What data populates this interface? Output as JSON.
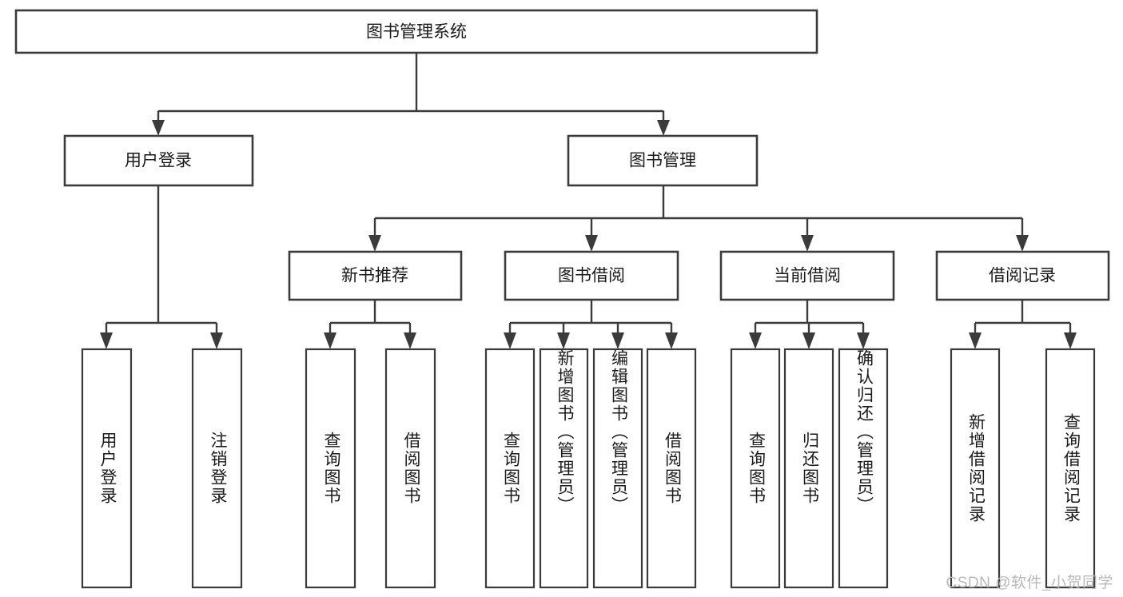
{
  "diagram": {
    "title": "图书管理系统",
    "type": "hierarchy-tree",
    "colors": {
      "stroke": "#3b3b3b",
      "fill": "#ffffff",
      "text": "#1a1a1a",
      "watermark": "#b9b9b9"
    },
    "root": {
      "label": "图书管理系统"
    },
    "level2": [
      {
        "label": "用户登录"
      },
      {
        "label": "图书管理"
      }
    ],
    "level3": [
      {
        "label": "新书推荐"
      },
      {
        "label": "图书借阅"
      },
      {
        "label": "当前借阅"
      },
      {
        "label": "借阅记录"
      }
    ],
    "leaves": {
      "user_login": [
        {
          "label": "用户登录"
        },
        {
          "label": "注销登录"
        }
      ],
      "new_book_recommend": [
        {
          "label": "查询图书"
        },
        {
          "label": "借阅图书"
        }
      ],
      "book_borrow": [
        {
          "label": "查询图书"
        },
        {
          "label": "新增图书（管理员）"
        },
        {
          "label": "编辑图书（管理员）"
        },
        {
          "label": "借阅图书"
        }
      ],
      "current_borrow": [
        {
          "label": "查询图书"
        },
        {
          "label": "归还图书"
        },
        {
          "label": "确认归还（管理员）"
        }
      ],
      "borrow_records": [
        {
          "label": "新增借阅记录"
        },
        {
          "label": "查询借阅记录"
        }
      ]
    },
    "watermark": "CSDN @软件_小贺同学"
  }
}
